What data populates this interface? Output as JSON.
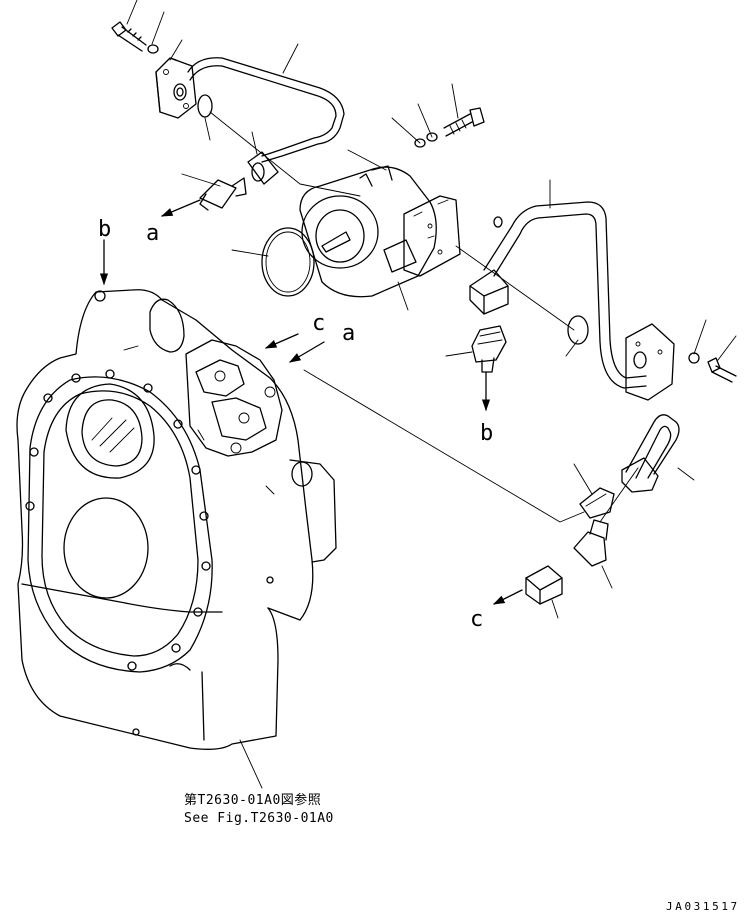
{
  "diagram": {
    "arrow_labels": {
      "a_left": "a",
      "a_top": "a",
      "b_top": "b",
      "b_mid": "b",
      "c_top": "c",
      "c_bottom": "c"
    },
    "reference_note": {
      "line_jp": "第T2630-01A0図参照",
      "line_en": "See Fig.T2630-01A0"
    },
    "drawing_code": "JA031517"
  }
}
